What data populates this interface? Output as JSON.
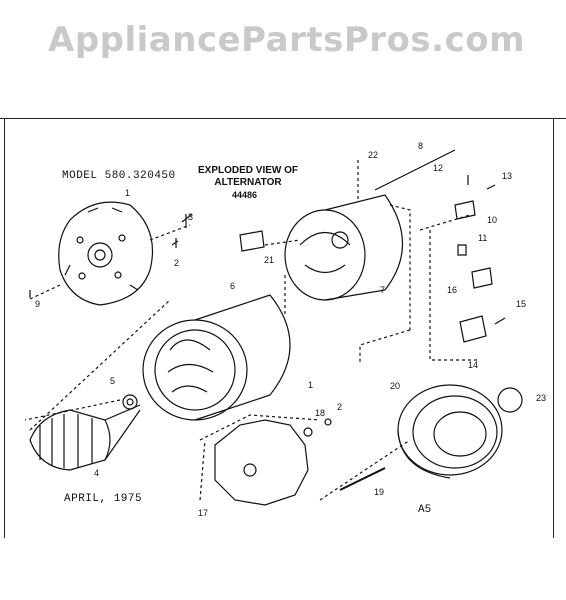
{
  "watermark": "AppliancePartsPros.com",
  "model": "MODEL 580.320450",
  "title_line1": "EXPLODED VIEW OF",
  "title_line2": "ALTERNATOR",
  "part_number": "44486",
  "date": "APRIL, 1975",
  "code": "A5",
  "callouts": {
    "c1": "1",
    "c2": "2",
    "c3": "3",
    "c4": "4",
    "c5": "5",
    "c6": "6",
    "c7": "7",
    "c8": "8",
    "c9": "9",
    "c10": "10",
    "c11": "11",
    "c12": "12",
    "c13": "13",
    "c14": "14",
    "c15": "15",
    "c16": "16",
    "c17": "17",
    "c18": "18",
    "c19": "19",
    "c20": "20",
    "c21": "21",
    "c22": "22",
    "c23": "23",
    "c1b": "1",
    "c2b": "2"
  }
}
